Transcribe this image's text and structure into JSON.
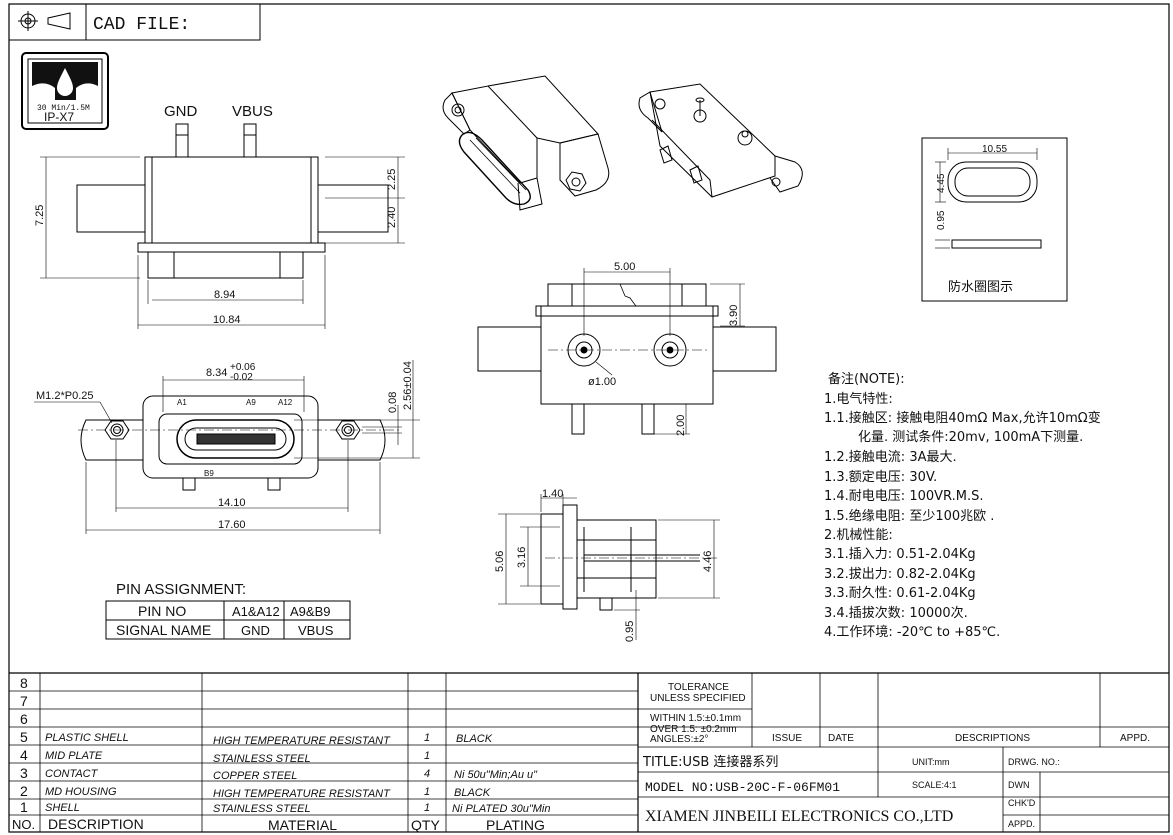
{
  "header": {
    "cad_file": "CAD FILE:"
  },
  "ip_badge": {
    "rating": "30 Min/1.5M",
    "code": "IP-X7"
  },
  "front_view": {
    "gnd": "GND",
    "vbus": "VBUS",
    "dims": {
      "h_total": "7.25",
      "h_top": "2.25",
      "h_mid": "2.40",
      "w_inner": "8.94",
      "w_outer": "10.84"
    }
  },
  "face_view": {
    "dim_width": "8.34",
    "tol_plus": "+0.06",
    "tol_minus": "-0.02",
    "screw": "M1.2*P0.25",
    "pins": {
      "a1": "A1",
      "a9": "A9",
      "a12": "A12",
      "b9": "B9"
    },
    "dims": {
      "gap": "0.08",
      "height": "2.56±0.04",
      "w_mid": "14.10",
      "w_total": "17.60"
    }
  },
  "back_view": {
    "dims": {
      "pitch": "5.00",
      "h_top": "3.90",
      "hole": "ø1.00",
      "pin_len": "2.00"
    }
  },
  "side_view": {
    "dims": {
      "t": "1.40",
      "h_a": "5.06",
      "h_b": "3.16",
      "h_c": "4.46",
      "pin": "0.95"
    }
  },
  "gasket": {
    "w": "10.55",
    "h": "4.45",
    "t": "0.95",
    "caption": "防水圈图示"
  },
  "pin_assignment": {
    "title": "PIN ASSIGNMENT:",
    "rows": [
      [
        "PIN NO",
        "A1&A12",
        "A9&B9"
      ],
      [
        "SIGNAL NAME",
        "GND",
        "VBUS"
      ]
    ]
  },
  "notes": [
    "备注(NOTE):",
    "1.电气特性:",
    "1.1.接触区: 接触电阻40mΩ Max,允许10mΩ变",
    "化量. 测试条件:20mv, 100mA下测量.",
    "1.2.接触电流: 3A最大.",
    "1.3.额定电压: 30V.",
    "1.4.耐电电压: 100VR.M.S.",
    "1.5.绝缘电阻: 至少100兆欧 .",
    "2.机械性能:",
    "3.1.插入力: 0.51-2.04Kg",
    "3.2.拔出力: 0.82-2.04Kg",
    "3.3.耐久性: 0.61-2.04Kg",
    "3.4.插拔次数: 10000次.",
    "4.工作环境: -20℃ to +85℃."
  ],
  "bom": {
    "rows": [
      {
        "no": "8",
        "desc": "",
        "mat": "",
        "qty": "",
        "plating": ""
      },
      {
        "no": "7",
        "desc": "",
        "mat": "",
        "qty": "",
        "plating": ""
      },
      {
        "no": "6",
        "desc": "",
        "mat": "",
        "qty": "",
        "plating": ""
      },
      {
        "no": "5",
        "desc": "PLASTIC SHELL",
        "mat": "HIGH TEMPERATURE RESISTANT",
        "qty": "1",
        "plating": "BLACK"
      },
      {
        "no": "4",
        "desc": "MID PLATE",
        "mat": "STAINLESS STEEL",
        "qty": "1",
        "plating": ""
      },
      {
        "no": "3",
        "desc": "CONTACT",
        "mat": "COPPER STEEL",
        "qty": "4",
        "plating": "Ni 50u\"Min;Au u\""
      },
      {
        "no": "2",
        "desc": "MD HOUSING",
        "mat": "HIGH TEMPERATURE RESISTANT",
        "qty": "1",
        "plating": "BLACK"
      },
      {
        "no": "1",
        "desc": "SHELL",
        "mat": "STAINLESS STEEL",
        "qty": "1",
        "plating": "Ni PLATED 30u\"Min"
      }
    ],
    "headers": {
      "no": "NO.",
      "desc": "DESCRIPTION",
      "mat": "MATERIAL",
      "qty": "QTY",
      "plating": "PLATING"
    }
  },
  "title_block": {
    "tolerance_1": "TOLERANCE",
    "tolerance_2": "UNLESS SPECIFIED",
    "within": "WITHIN 1.5:±0.1mm",
    "over": "OVER 1.5: ±0.2mm",
    "angles": "ANGLES:±2°",
    "issue": "ISSUE",
    "date": "DATE",
    "descriptions": "DESCRIPTIONS",
    "appd": "APPD.",
    "title": "TITLE:USB  连接器系列",
    "unit": "UNIT:mm",
    "drwg": "DRWG. NO.:",
    "model": "MODEL NO:USB-20C-F-06FM01",
    "scale": "SCALE:4:1",
    "dwn": "DWN",
    "company": "XIAMEN JINBEILI ELECTRONICS CO.,LTD",
    "chkd": "CHK'D",
    "appd2": "APPD."
  }
}
